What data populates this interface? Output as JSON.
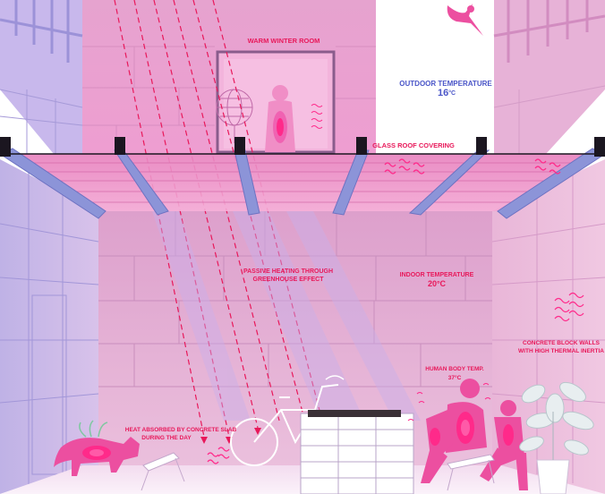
{
  "labels": {
    "warm_winter_room": "WARM WINTER ROOM",
    "outdoor_temperature": "OUTDOOR TEMPERATURE",
    "outdoor_value": "16",
    "outdoor_unit": "°C",
    "glass_roof": "GLASS ROOF COVERING",
    "passive_heating_1": "PASSIVE HEATING THROUGH",
    "passive_heating_2": "GREENHOUSE EFFECT",
    "indoor_temperature": "INDOOR TEMPERATURE",
    "indoor_value": "20°C",
    "concrete_walls_1": "CONCRETE BLOCK WALLS",
    "concrete_walls_2": "WITH HIGH THERMAL INERTIA",
    "human_temp_1": "HUMAN BODY TEMP.",
    "human_temp_2": "37°C",
    "heat_absorbed_1": "HEAT ABSORBED BY CONCRETE SLAB",
    "heat_absorbed_2": "DURING THE DAY"
  },
  "colors": {
    "label_red": "#e8185a",
    "label_blue": "#4a55c8",
    "wall_pink": "#e4a8d2",
    "wall_lavender": "#c8b4e6",
    "sun_ray": "#e8185a",
    "heat_magenta": "#ff2a8a"
  },
  "icons": [
    "bird-icon",
    "bicycle-icon",
    "globe-icon",
    "plant-icon",
    "dog-icon",
    "pallet-bench-icon",
    "heat-wave-icon"
  ]
}
